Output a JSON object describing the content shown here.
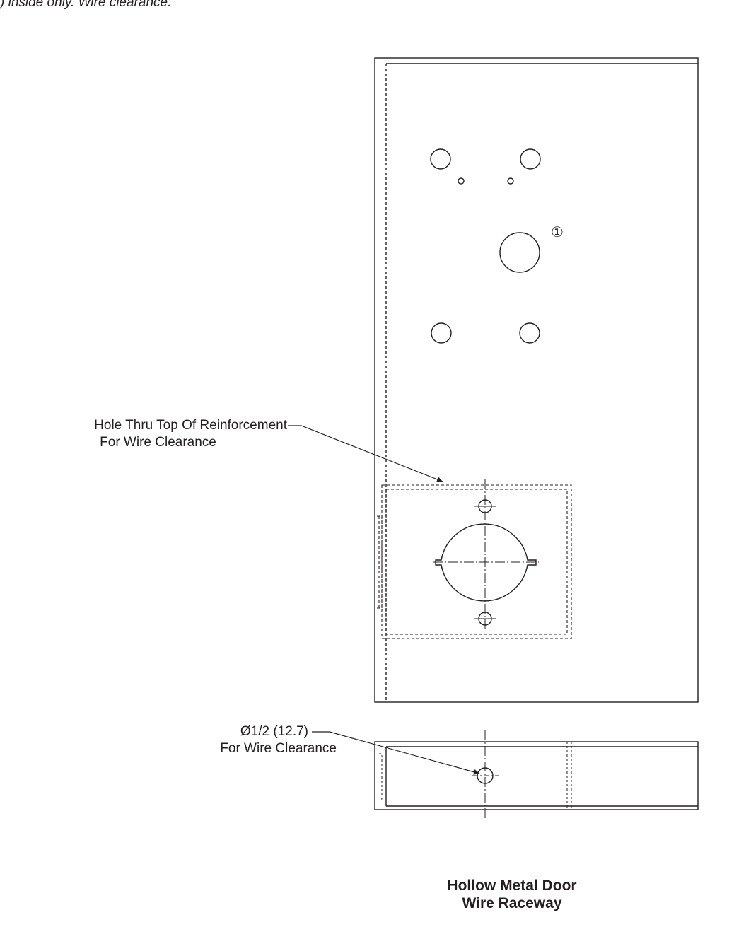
{
  "header_note": ") inside only. Wire clearance.",
  "callouts": {
    "hole_note": {
      "line1": "Hole Thru Top Of Reinforcement",
      "line2": "For Wire Clearance"
    },
    "diameter_note": {
      "line1": "Ø1/2 (12.7)",
      "line2": "For Wire Clearance"
    },
    "marker": "①"
  },
  "title": {
    "line1": "Hollow Metal Door",
    "line2": "Wire Raceway"
  },
  "colors": {
    "line": "#231f20",
    "background": "#ffffff"
  }
}
